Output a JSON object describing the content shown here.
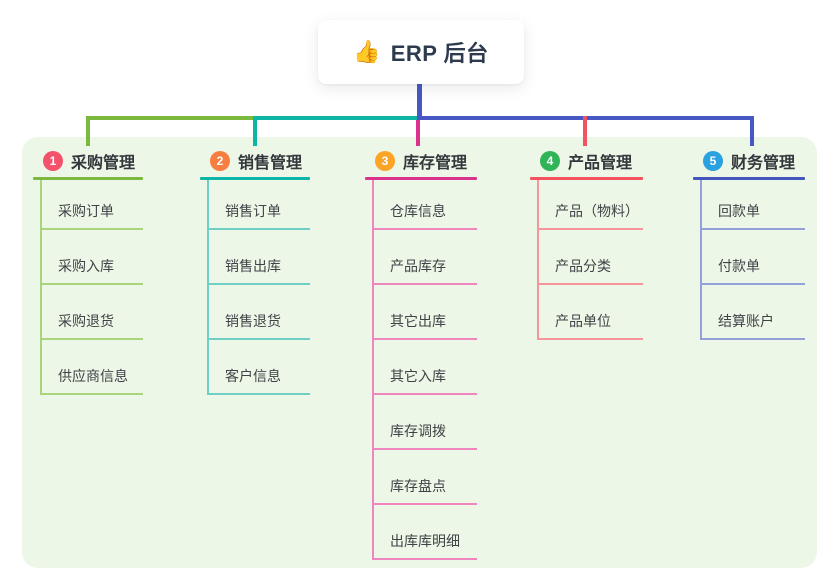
{
  "root": {
    "icon_char": "👍",
    "label": "ERP 后台"
  },
  "panel_bg": "#edf7e7",
  "connector_color": "#4757c3",
  "branches": [
    {
      "num": "1",
      "label": "采购管理",
      "color": "#7cba3f",
      "light": "#a9d47e",
      "badge": "#f4516b",
      "children": [
        "采购订单",
        "采购入库",
        "采购退货",
        "供应商信息"
      ]
    },
    {
      "num": "2",
      "label": "销售管理",
      "color": "#0db5a6",
      "light": "#6fcfc5",
      "badge": "#f87d41",
      "children": [
        "销售订单",
        "销售出库",
        "销售退货",
        "客户信息"
      ]
    },
    {
      "num": "3",
      "label": "库存管理",
      "color": "#d9338e",
      "light": "#ef86bd",
      "badge": "#fca426",
      "children": [
        "仓库信息",
        "产品库存",
        "其它出库",
        "其它入库",
        "库存调拨",
        "库存盘点",
        "出库库明细"
      ]
    },
    {
      "num": "4",
      "label": "产品管理",
      "color": "#f4525e",
      "light": "#f8949c",
      "badge": "#31b457",
      "children": [
        "产品（物料）",
        "产品分类",
        "产品单位"
      ]
    },
    {
      "num": "5",
      "label": "财务管理",
      "color": "#4356be",
      "light": "#93a0da",
      "badge": "#2ba2e0",
      "children": [
        "回款单",
        "付款单",
        "结算账户"
      ]
    }
  ]
}
